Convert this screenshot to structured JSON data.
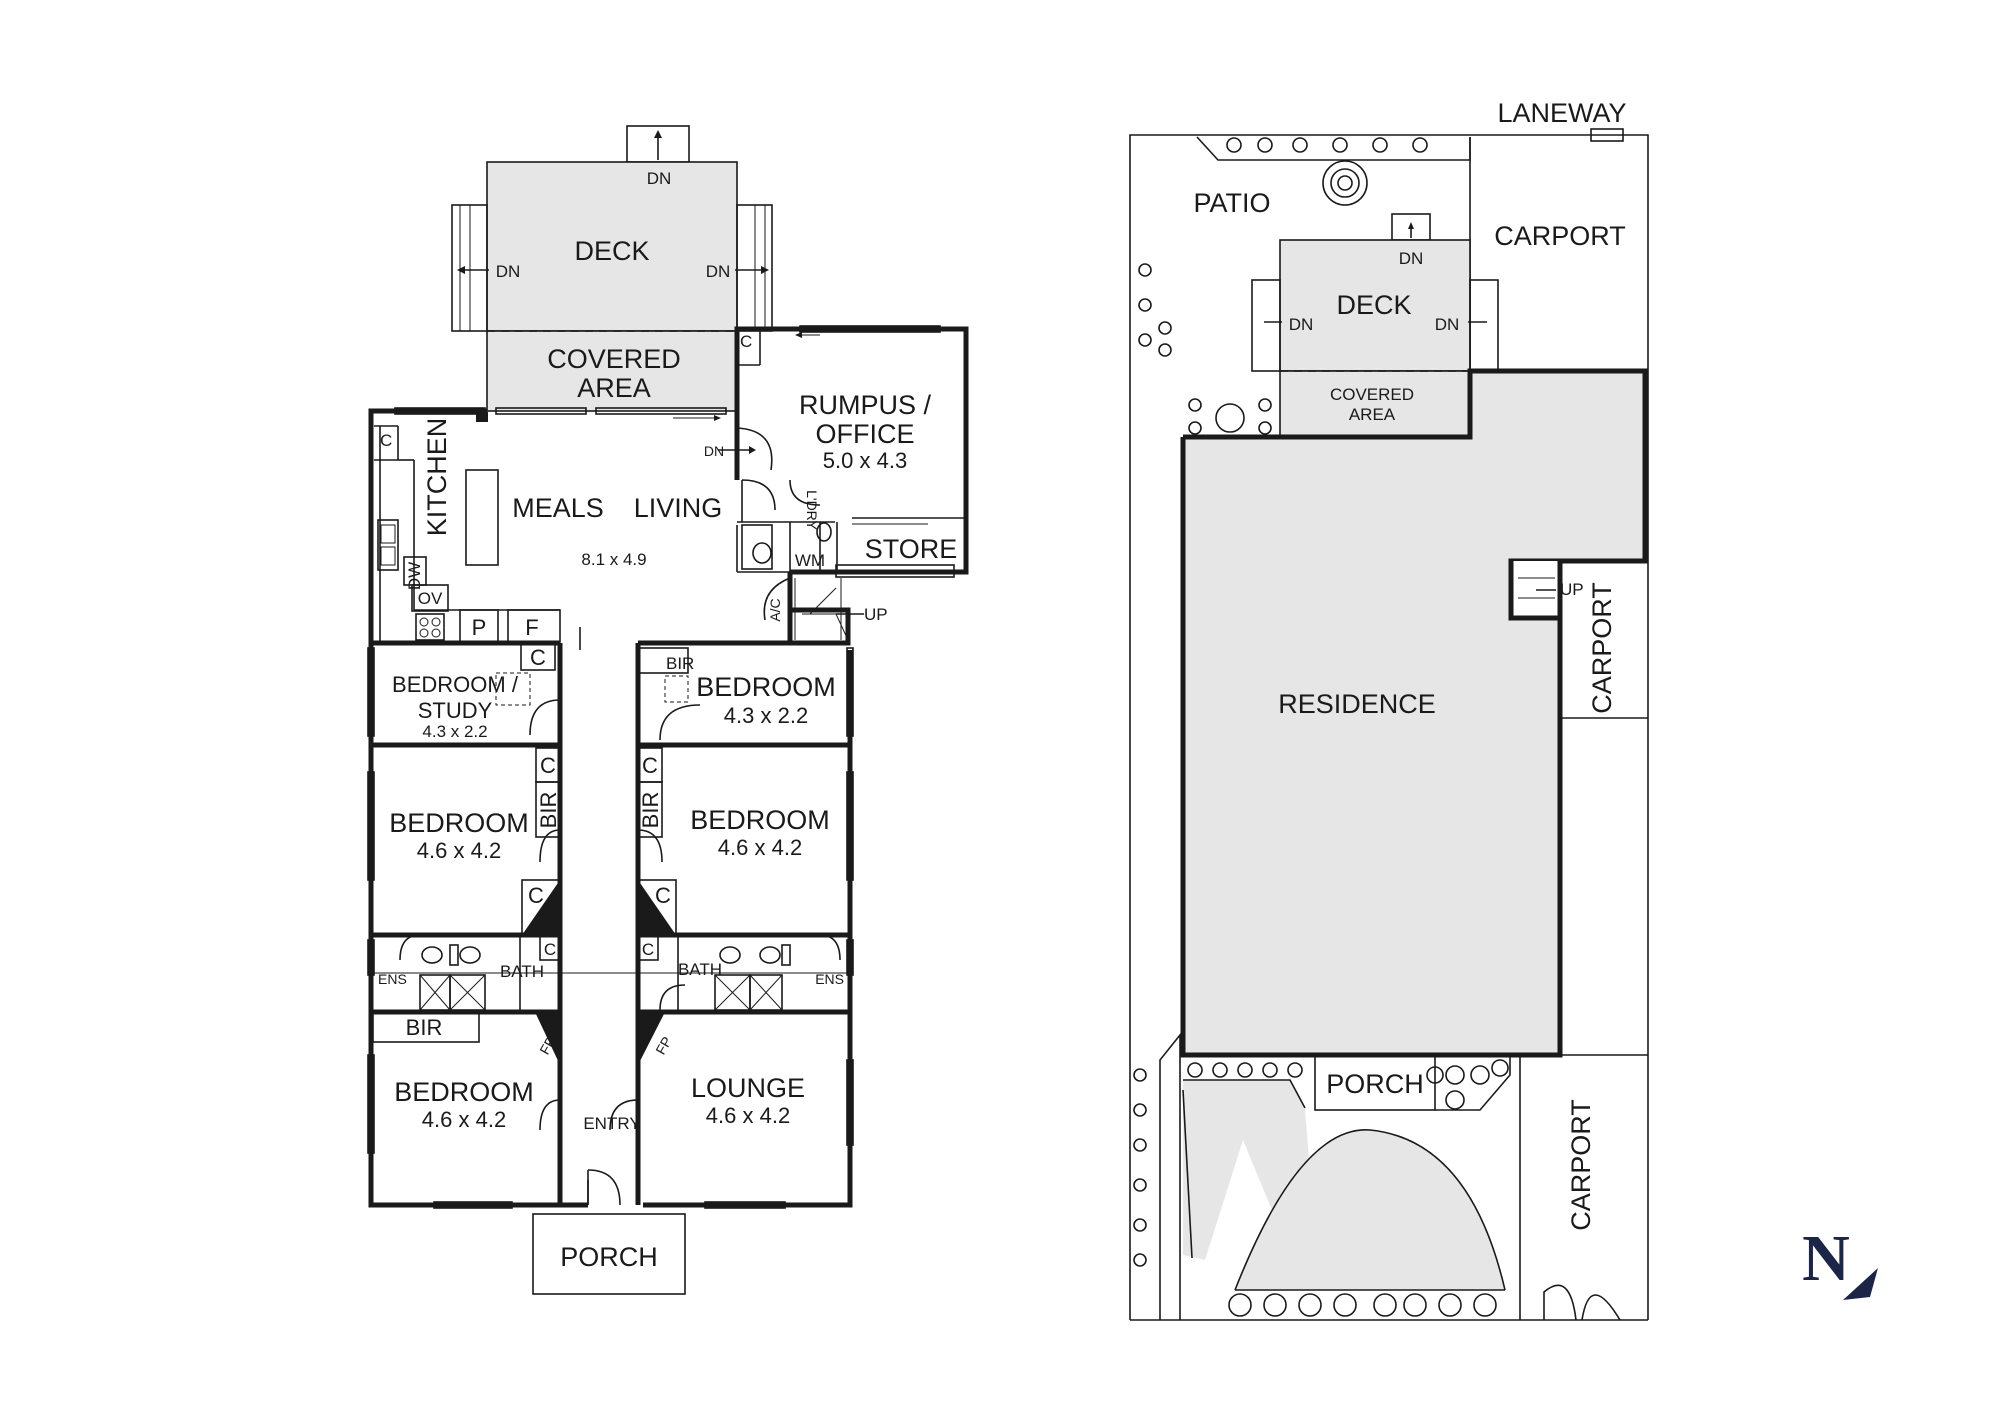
{
  "floor_plan": {
    "deck": "DECK",
    "dn": "DN",
    "covered_area_1": "COVERED",
    "covered_area_2": "AREA",
    "rumpus_1": "RUMPUS /",
    "rumpus_2": "OFFICE",
    "rumpus_dim": "5.0 x 4.3",
    "kitchen": "KITCHEN",
    "meals": "MEALS",
    "living": "LIVING",
    "living_dim": "8.1 x 4.9",
    "laundry": "L'DRY",
    "wm": "WM",
    "store": "STORE",
    "ac": "A/C",
    "up": "UP",
    "c": "C",
    "dw": "DW",
    "ov": "OV",
    "p": "P",
    "f": "F",
    "study_1": "BEDROOM /",
    "study_2": "STUDY",
    "study_dim": "4.3 x 2.2",
    "bir": "BIR",
    "bedroom": "BEDROOM",
    "bed_ne_dim": "4.3 x 2.2",
    "bed_dim": "4.6 x 4.2",
    "bath": "BATH",
    "ens": "ENS",
    "fp": "FP",
    "lounge": "LOUNGE",
    "lounge_dim": "4.6 x 4.2",
    "entry": "ENTRY",
    "porch": "PORCH"
  },
  "site_plan": {
    "laneway": "LANEWAY",
    "patio": "PATIO",
    "carport": "CARPORT",
    "deck": "DECK",
    "dn": "DN",
    "covered_1": "COVERED",
    "covered_2": "AREA",
    "up": "UP",
    "residence": "RESIDENCE",
    "porch": "PORCH"
  },
  "compass": {
    "letter": "N",
    "color": "#1b2548"
  },
  "colors": {
    "shade": "#e6e6e7",
    "line": "#1a1a1a"
  }
}
